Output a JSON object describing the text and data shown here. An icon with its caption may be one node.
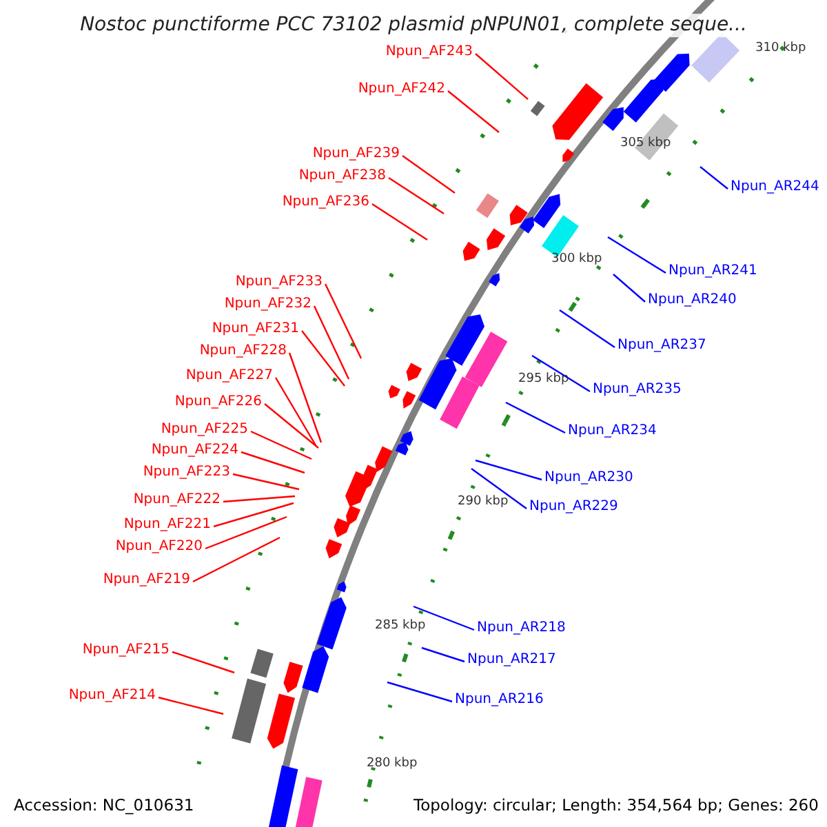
{
  "diagram": {
    "title": "Nostoc punctiforme PCC 73102 plasmid pNPUN01, complete seque...",
    "nodes": [
      {
        "text": [
          "Npun_AF243"
        ]
      },
      {
        "text": [
          "Npun_AF242"
        ]
      },
      {
        "text": [
          "Npun_AF239"
        ]
      },
      {
        "text": [
          "Npun_AF238"
        ]
      },
      {
        "text": [
          "Npun_AR244"
        ]
      },
      {
        "text": [
          "Npun_AF236"
        ]
      },
      {
        "text": [
          "Npun_AR241"
        ]
      },
      {
        "text": [
          "Npun_AF233"
        ]
      },
      {
        "text": [
          "Npun_AR240"
        ]
      },
      {
        "text": [
          "Npun_AF232"
        ]
      },
      {
        "text": [
          "Npun_AF231"
        ]
      },
      {
        "text": [
          "Npun_AR237"
        ]
      },
      {
        "text": [
          "Npun_AF228"
        ]
      },
      {
        "text": [
          "Npun_AF227"
        ]
      },
      {
        "text": [
          "Npun_AR235"
        ]
      },
      {
        "text": [
          "Npun_AF226"
        ]
      },
      {
        "text": [
          "Npun_AF225"
        ]
      },
      {
        "text": [
          "Npun_AR234"
        ]
      },
      {
        "text": [
          "Npun_AF224"
        ]
      },
      {
        "text": [
          "Npun_AF223"
        ]
      },
      {
        "text": [
          "Npun_AR230"
        ]
      },
      {
        "text": [
          "Npun_AF222"
        ]
      },
      {
        "text": [
          "Npun_AR229"
        ]
      },
      {
        "text": [
          "Npun_AF221"
        ]
      },
      {
        "text": [
          "Npun_AF220"
        ]
      },
      {
        "text": [
          "Npun_AF219"
        ]
      },
      {
        "text": [
          "Npun_AR218"
        ]
      },
      {
        "text": [
          "Npun_AF215"
        ]
      },
      {
        "text": [
          "Npun_AR217"
        ]
      },
      {
        "text": [
          "Npun_AF214"
        ]
      },
      {
        "text": [
          "Npun_AR216"
        ]
      }
    ],
    "edges": [
      {
        "from": 0,
        "to": null,
        "arrow": "none"
      },
      {
        "from": 1,
        "to": null,
        "arrow": "none"
      },
      {
        "from": 2,
        "to": null,
        "arrow": "none"
      },
      {
        "from": 3,
        "to": null,
        "arrow": "none"
      },
      {
        "from": 4,
        "to": null,
        "arrow": "none",
        "color": "#0000ff"
      },
      {
        "from": 5,
        "to": null,
        "arrow": "none"
      },
      {
        "from": 6,
        "to": null,
        "arrow": "none",
        "color": "#0000ff"
      },
      {
        "from": 7,
        "to": null,
        "arrow": "none"
      },
      {
        "from": 8,
        "to": null,
        "arrow": "none",
        "color": "#0000ff"
      },
      {
        "from": 9,
        "to": null,
        "arrow": "none"
      },
      {
        "from": 10,
        "to": null,
        "arrow": "none"
      },
      {
        "from": 11,
        "to": null,
        "arrow": "none",
        "color": "#0000ff"
      },
      {
        "from": 12,
        "to": null,
        "arrow": "none"
      },
      {
        "from": 13,
        "to": null,
        "arrow": "none"
      },
      {
        "from": 14,
        "to": null,
        "arrow": "none",
        "color": "#0000ff"
      },
      {
        "from": 15,
        "to": null,
        "arrow": "none"
      },
      {
        "from": 16,
        "to": null,
        "arrow": "none"
      },
      {
        "from": 17,
        "to": null,
        "arrow": "none",
        "color": "#0000ff"
      },
      {
        "from": 18,
        "to": null,
        "arrow": "none"
      },
      {
        "from": 19,
        "to": null,
        "arrow": "none"
      },
      {
        "from": 20,
        "to": null,
        "arrow": "none",
        "color": "#0000ff"
      },
      {
        "from": 21,
        "to": null,
        "arrow": "none"
      },
      {
        "from": 22,
        "to": null,
        "arrow": "none",
        "color": "#0000ff"
      },
      {
        "from": 23,
        "to": null,
        "arrow": "none"
      },
      {
        "from": 24,
        "to": null,
        "arrow": "none"
      },
      {
        "from": 25,
        "to": null,
        "arrow": "none"
      },
      {
        "from": 26,
        "to": null,
        "arrow": "none",
        "color": "#0000ff"
      },
      {
        "from": 27,
        "to": null,
        "arrow": "none"
      },
      {
        "from": 28,
        "to": null,
        "arrow": "none",
        "color": "#0000ff"
      },
      {
        "from": 29,
        "to": null,
        "arrow": "none"
      },
      {
        "from": 30,
        "to": null,
        "arrow": "none",
        "color": "#0000ff"
      }
    ],
    "labels": [
      "310 kbp",
      "305 kbp",
      "300 kbp",
      "295 kbp",
      "290 kbp",
      "285 kbp",
      "280 kbp",
      "Accession: NC_010631",
      "Topology: circular; Length: 354,564 bp; Genes: 260"
    ]
  }
}
